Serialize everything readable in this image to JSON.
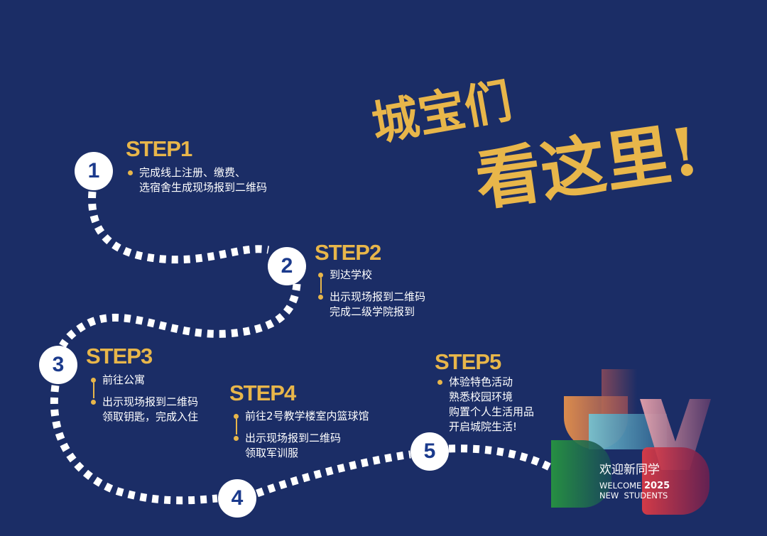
{
  "headline": {
    "line1": "城宝们",
    "line2": "看这里!"
  },
  "steps": [
    {
      "number": "1",
      "title": "STEP1",
      "items": [
        "完成线上注册、缴费、\n选宿舍生成现场报到二维码"
      ]
    },
    {
      "number": "2",
      "title": "STEP2",
      "items": [
        "到达学校",
        "出示现场报到二维码\n完成二级学院报到"
      ]
    },
    {
      "number": "3",
      "title": "STEP3",
      "items": [
        "前往公寓",
        "出示现场报到二维码\n领取钥匙，完成入住"
      ]
    },
    {
      "number": "4",
      "title": "STEP4",
      "items": [
        "前往2号教学楼室内篮球馆",
        "出示现场报到二维码\n领取军训服"
      ]
    },
    {
      "number": "5",
      "title": "STEP5",
      "items": [
        "体验特色活动\n熟悉校园环境\n购置个人生活用品\n开启城院生活!"
      ]
    }
  ],
  "logo": {
    "cn": "欢迎新同学",
    "welcome": "WELCOME",
    "year": "2025",
    "sub": "NEW  STUDENTS"
  },
  "colors": {
    "background": "#1b2d66",
    "accent": "#e8b64a",
    "circle_text": "#1b3a8c"
  }
}
